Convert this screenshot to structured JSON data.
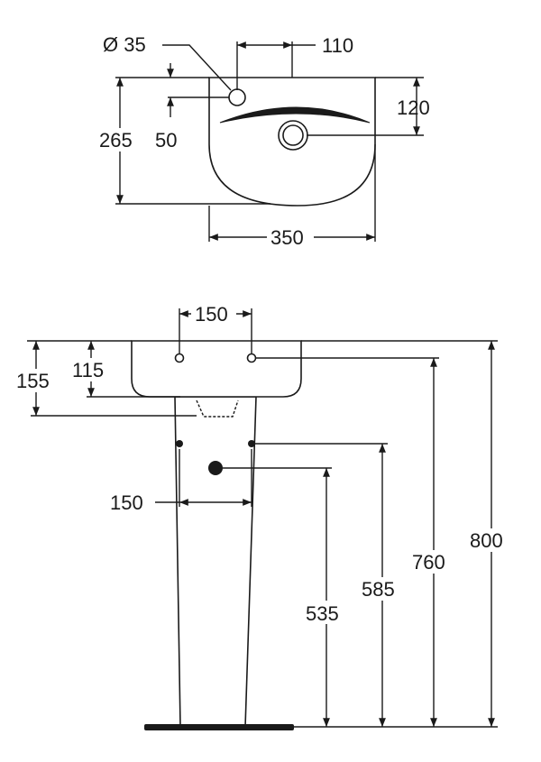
{
  "top_view": {
    "diameter": "Ø 35",
    "offset": "110",
    "hole_drop": "120",
    "depth": "265",
    "tap_drop": "50",
    "width": "350"
  },
  "front_view": {
    "tap_spacing": "150",
    "rim_height": "155",
    "tap_height": "115",
    "bracket_spacing": "150",
    "overall_height": "800",
    "tap_floor_height": "760",
    "bracket_height": "585",
    "waste_height": "535"
  },
  "colors": {
    "line": "#1a1a1a",
    "background": "#ffffff"
  }
}
